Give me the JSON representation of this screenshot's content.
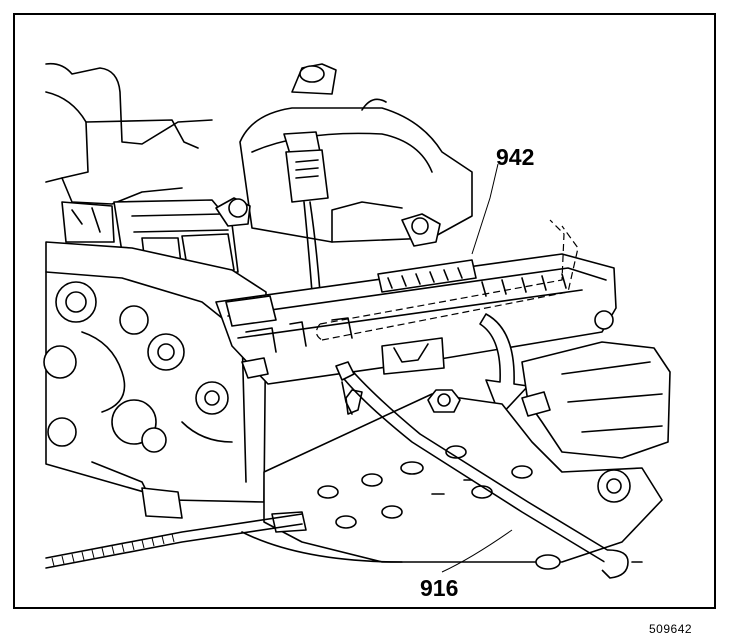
{
  "figure": {
    "callouts": [
      {
        "id": "942",
        "label": "942"
      },
      {
        "id": "916",
        "label": "916"
      }
    ],
    "figure_number": "509642"
  },
  "colors": {
    "line": "#000000",
    "background": "#ffffff"
  }
}
